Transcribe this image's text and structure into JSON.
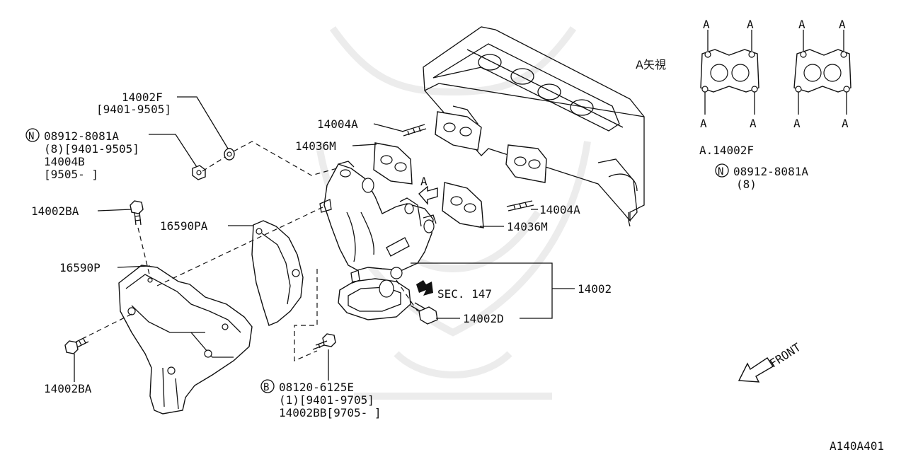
{
  "callouts": {
    "nut_f": "14002F",
    "nut_f_range": "[9401-9505]",
    "nut_n_marker": "N",
    "nut_n_part": "08912-8081A",
    "nut_n_range": "(8)[9401-9505]",
    "nut_b": "14004B",
    "nut_b_range": "[9505-      ]",
    "bolt_ba_top": "14002BA",
    "cover_pa": "16590PA",
    "cover_p": "16590P",
    "bolt_ba_bottom": "14002BA",
    "stud_a_top": "14004A",
    "gasket_m_top": "14036M",
    "arrow_a": "A",
    "stud_a_right": "14004A",
    "gasket_m_right": "14036M",
    "manifold": "14002",
    "sec_ref": "SEC. 147",
    "bolt_d": "14002D",
    "bolt_b_marker": "B",
    "bolt_b_part": "08120-6125E",
    "bolt_b_range": "(1)[9401-9705]",
    "bolt_bb": "14002BB[9705-     ]"
  },
  "view_a": {
    "title": "A矢視",
    "corner": "A",
    "note_a": "A.14002F",
    "note_n_marker": "N",
    "note_n_part": "08912-8081A",
    "note_n_qty": "(8)"
  },
  "front_label": "FRONT",
  "figure_code": "A140A401"
}
